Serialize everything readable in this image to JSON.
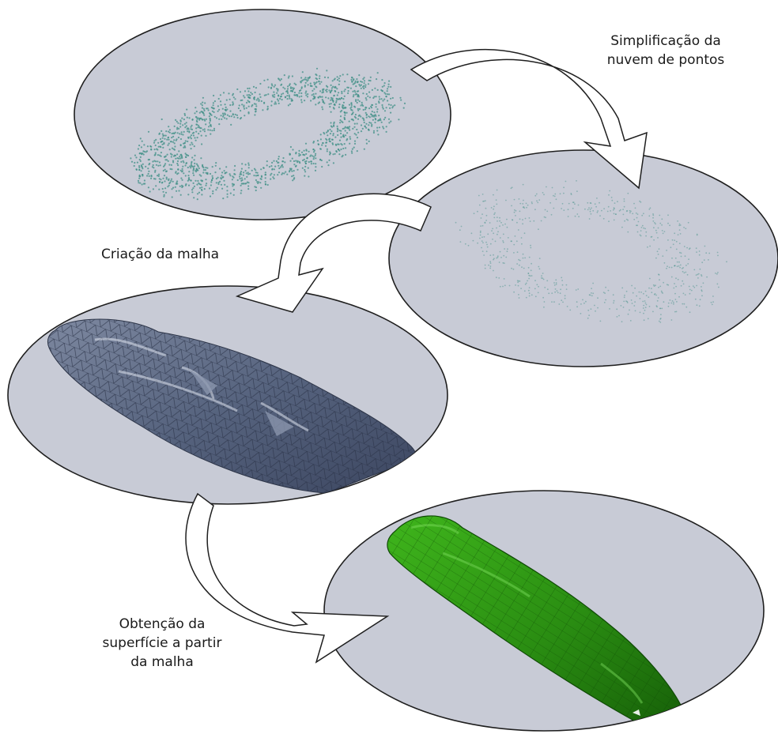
{
  "labels": {
    "step1": [
      "Simplificação da",
      "nuvem de pontos"
    ],
    "step2": [
      "Criação da malha"
    ],
    "step3": [
      "Obtenção da",
      "superfície a partir",
      "da malha"
    ]
  },
  "panels": [
    {
      "name": "dense-point-cloud",
      "content": "point cloud"
    },
    {
      "name": "simplified-point-cloud",
      "content": "point cloud"
    },
    {
      "name": "triangle-mesh",
      "content": "mesh"
    },
    {
      "name": "nurbs-surface",
      "content": "surface"
    }
  ],
  "colors": {
    "ellipse_fill": "#c8cbd6",
    "ellipse_stroke": "#1f1f1f",
    "point_color": "#3f8f86",
    "mesh_fill": "#56637e",
    "surface_fill": "#2a8d12",
    "arrow_fill": "#ffffff"
  }
}
